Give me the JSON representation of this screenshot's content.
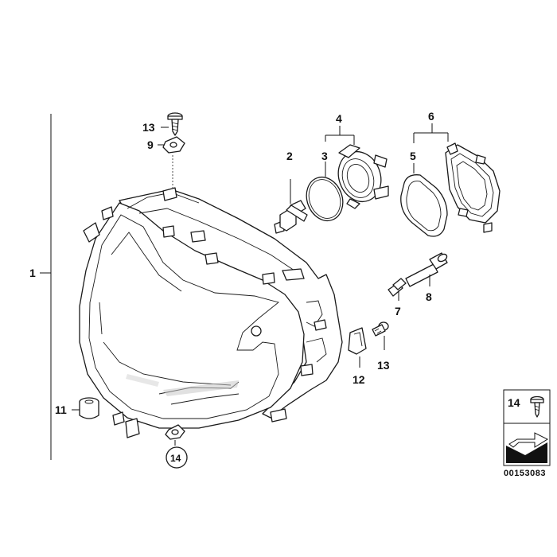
{
  "callouts": {
    "c1": "1",
    "c2": "2",
    "c3": "3",
    "c4": "4",
    "c5": "5",
    "c6": "6",
    "c7": "7",
    "c8": "8",
    "c9": "9",
    "c11": "11",
    "c12": "12",
    "c13_top": "13",
    "c13_right": "13",
    "c14": "14",
    "legend14": "14"
  },
  "reference_number": "00153083"
}
